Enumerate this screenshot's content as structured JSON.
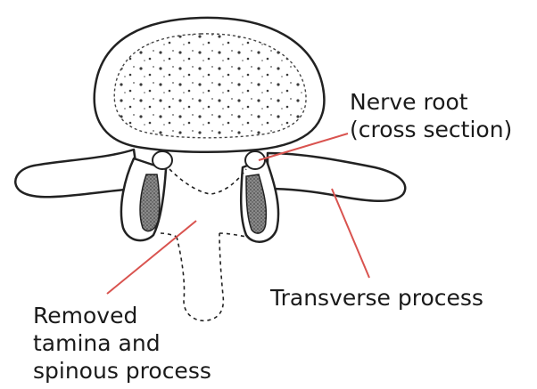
{
  "labels": {
    "nerve_root": [
      "Nerve root",
      "(cross section)"
    ],
    "transverse_process": [
      "Transverse process"
    ],
    "removed": [
      "Removed",
      "tamina and",
      "spinous process"
    ]
  },
  "colors": {
    "outline": "#222222",
    "leader_line": "#d9534f",
    "pedicle_fill": "#6e6e6e",
    "bone_fill": "#ffffff"
  }
}
